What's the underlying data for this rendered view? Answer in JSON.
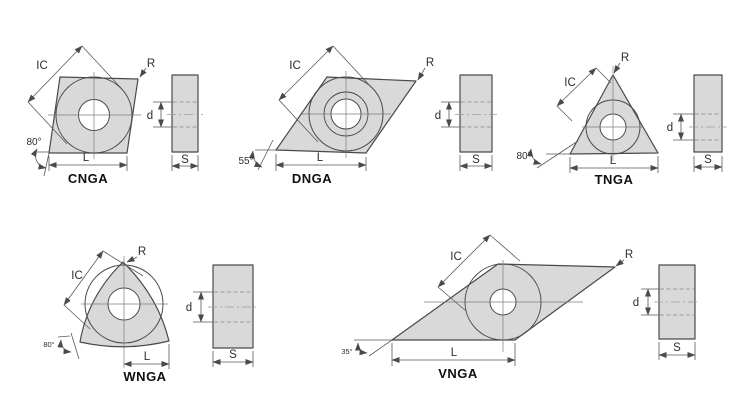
{
  "colors": {
    "background": "#ffffff",
    "shape_fill": "#d9d9d9",
    "outline": "#4a4a4a",
    "dimension_lines": "#595959"
  },
  "inserts": [
    {
      "name": "CNGA",
      "corner_angle": "80°",
      "labels": {
        "ic": "IC",
        "r": "R",
        "d": "d",
        "l": "L",
        "s": "S"
      }
    },
    {
      "name": "DNGA",
      "corner_angle": "55°",
      "labels": {
        "ic": "IC",
        "r": "R",
        "d": "d",
        "l": "L",
        "s": "S"
      }
    },
    {
      "name": "TNGA",
      "corner_angle": "80°",
      "labels": {
        "ic": "IC",
        "r": "R",
        "d": "d",
        "l": "L",
        "s": "S"
      }
    },
    {
      "name": "WNGA",
      "corner_angle": "80°",
      "labels": {
        "ic": "IC",
        "r": "R",
        "d": "d",
        "l": "L",
        "s": "S"
      }
    },
    {
      "name": "VNGA",
      "corner_angle": "35°",
      "labels": {
        "ic": "IC",
        "r": "R",
        "d": "d",
        "l": "L",
        "s": "S"
      }
    }
  ]
}
